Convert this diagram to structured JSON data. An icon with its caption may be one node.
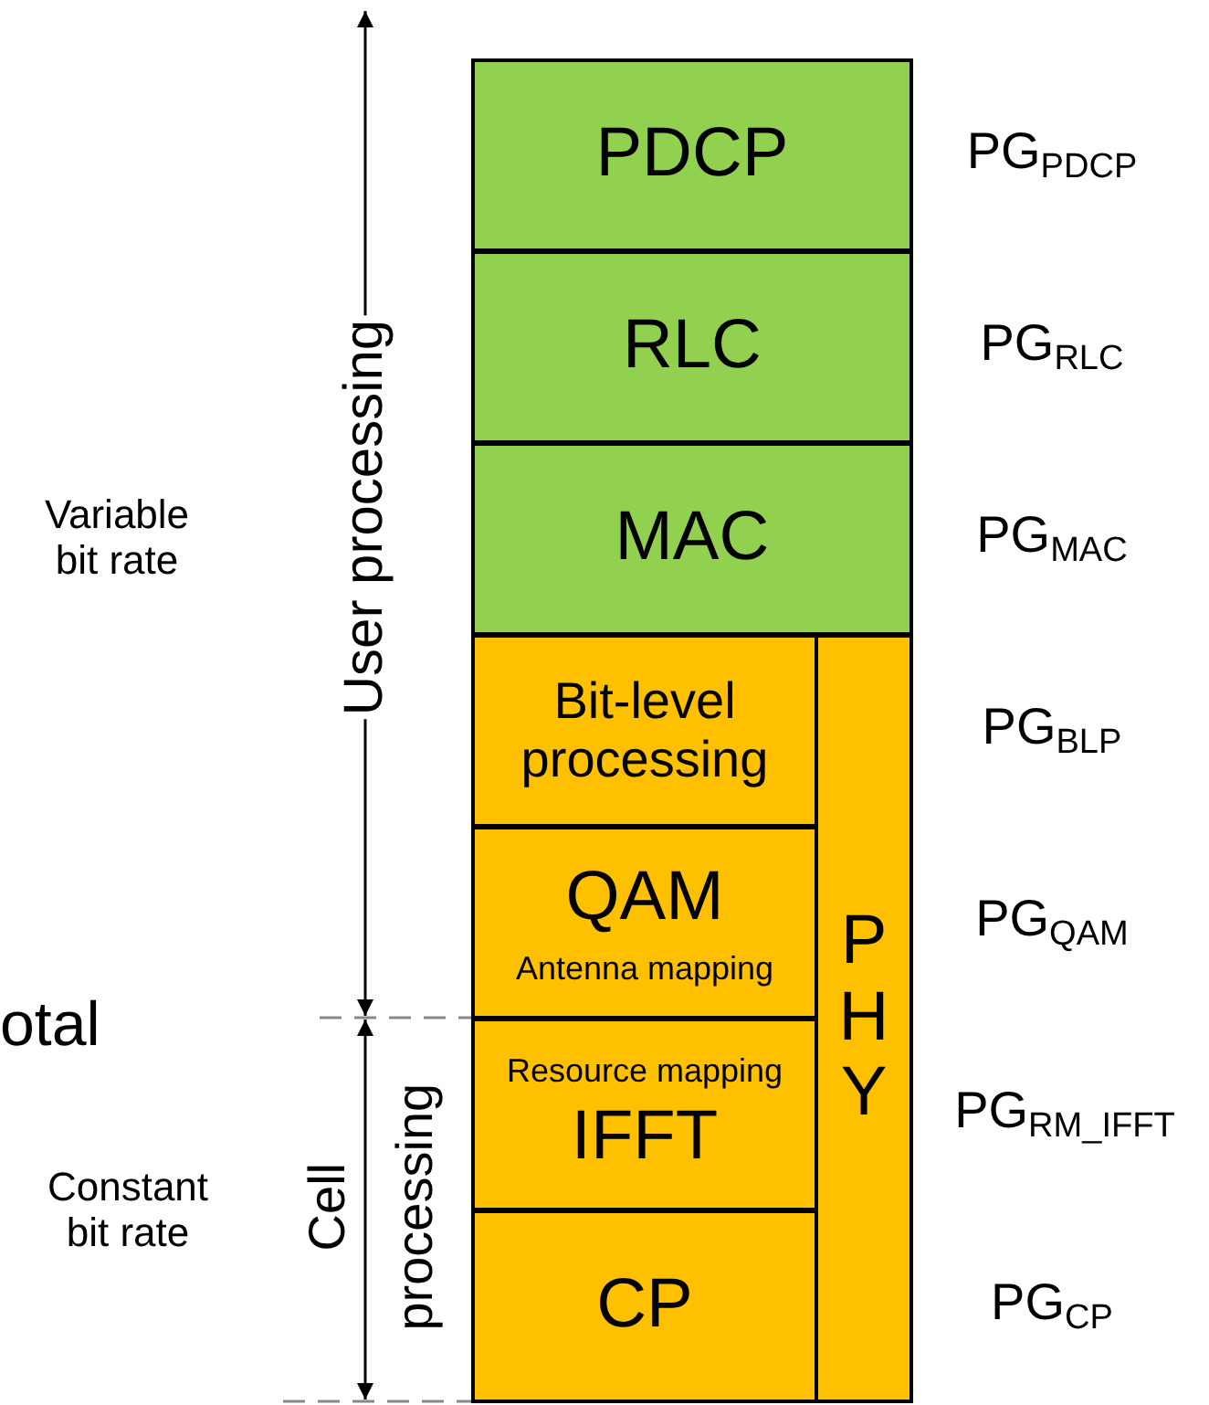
{
  "diagram": {
    "nodes": [
      {
        "text": [
          "PDCP"
        ]
      },
      {
        "text": [
          "RLC"
        ]
      },
      {
        "text": [
          "MAC"
        ]
      },
      {
        "text": [
          "Bit-level processing"
        ]
      },
      {
        "text": [
          "QAM",
          "Antenna mapping"
        ]
      },
      {
        "text": [
          "Resource mapping",
          "IFFT"
        ]
      },
      {
        "text": [
          "CP"
        ]
      },
      {
        "text": [
          "PHY"
        ]
      }
    ],
    "labels": [
      "Variable bit rate",
      "User processing",
      "otal",
      "Constant bit rate",
      "Cell processing",
      "PG$_{PDCP}$",
      "PG$_{RLC}$",
      "PG$_{MAC}$",
      "PG$_{BLP}$",
      "PG$_{QAM}$",
      "PG$_{RM_IFFT}$",
      "PG$_{CP}$"
    ]
  }
}
